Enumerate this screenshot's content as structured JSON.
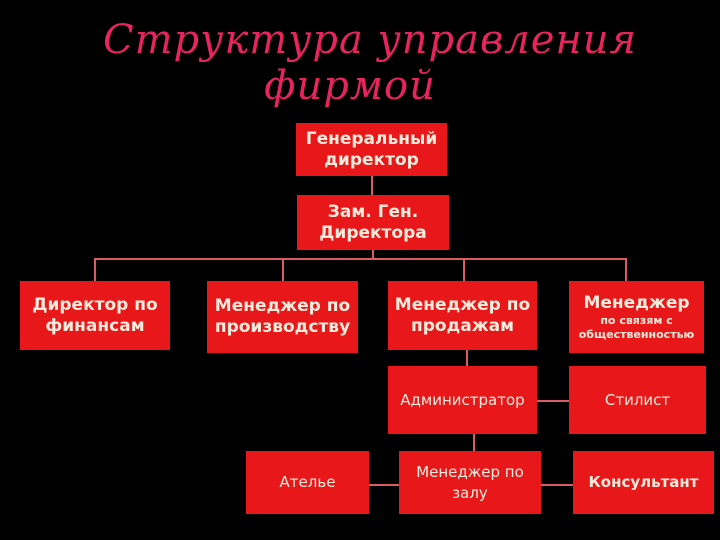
{
  "title": {
    "line1": "Структура управления",
    "line2": "фирмой",
    "color": "#e8245e"
  },
  "colors": {
    "background": "#000000",
    "box_fill": "#e8171a",
    "box_text": "#f3ecdc",
    "connector": "#d95c62"
  },
  "nodes": {
    "general_director": {
      "line1": "Генеральный",
      "line2": "директор"
    },
    "deputy_director": {
      "line1": "Зам. Ген.",
      "line2": "Директора"
    },
    "finance_director": {
      "line1": "Директор по",
      "line2": "финансам"
    },
    "production_manager": {
      "line1": "Менеджер по",
      "line2": "производству"
    },
    "sales_manager": {
      "line1": "Менеджер по",
      "line2": "продажам"
    },
    "pr_manager": {
      "line1": "Менеджер",
      "line2": "по связям с",
      "line3": "общественностью"
    },
    "administrator": {
      "label": "Администратор"
    },
    "stylist": {
      "label": "Стилист"
    },
    "atelier": {
      "label": "Ателье"
    },
    "hall_manager": {
      "line1": "Менеджер по",
      "line2": "залу"
    },
    "consultant": {
      "label": "Консультант"
    }
  },
  "edges": [
    [
      "general_director",
      "deputy_director"
    ],
    [
      "deputy_director",
      "finance_director"
    ],
    [
      "deputy_director",
      "production_manager"
    ],
    [
      "deputy_director",
      "sales_manager"
    ],
    [
      "deputy_director",
      "pr_manager"
    ],
    [
      "sales_manager",
      "administrator"
    ],
    [
      "administrator",
      "stylist"
    ],
    [
      "administrator",
      "hall_manager"
    ],
    [
      "hall_manager",
      "atelier"
    ],
    [
      "hall_manager",
      "consultant"
    ]
  ]
}
